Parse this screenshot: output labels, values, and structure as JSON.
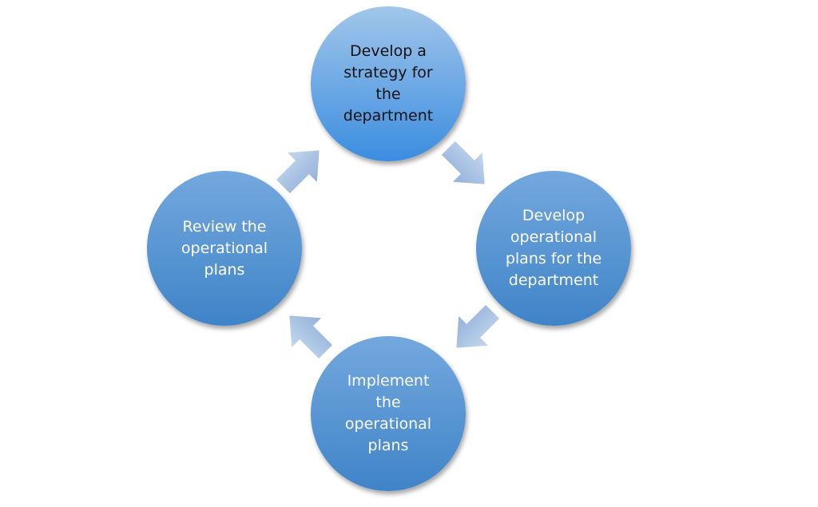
{
  "diagram": {
    "type": "cycle",
    "nodes": [
      {
        "label": "Develop a strategy for the department"
      },
      {
        "label": "Develop operational plans for the department"
      },
      {
        "label": "Implement the operational plans"
      },
      {
        "label": "Review the operational plans"
      }
    ],
    "colors": {
      "node_top": "#3b8de0",
      "node": "#4a8fd0",
      "arrow": "#b3cbea"
    }
  }
}
